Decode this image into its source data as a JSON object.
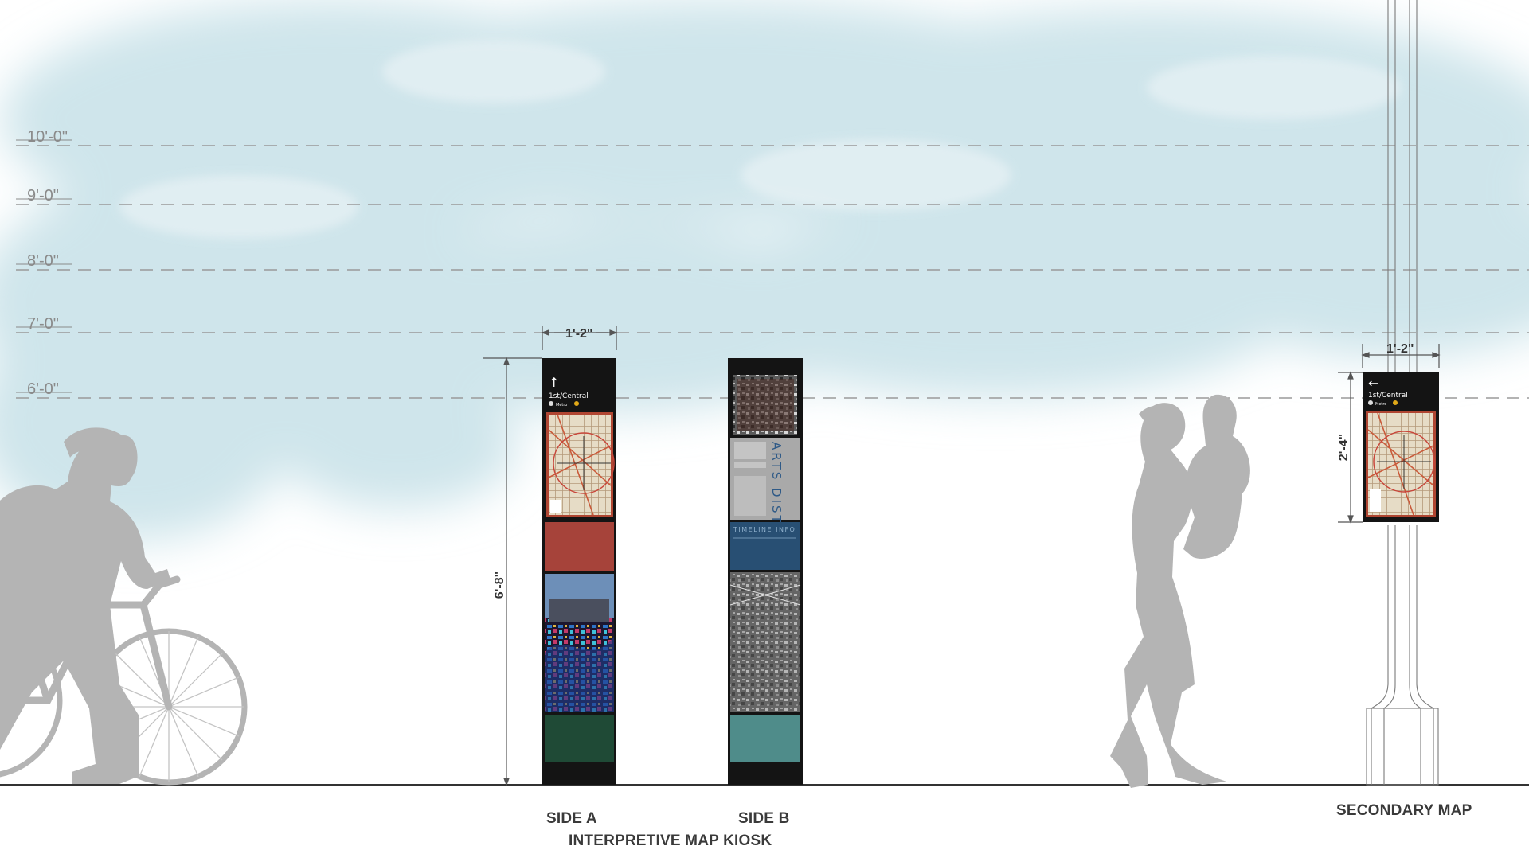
{
  "height_lines": [
    {
      "label": "10'-0\""
    },
    {
      "label": "9'-0\""
    },
    {
      "label": "8'-0\""
    },
    {
      "label": "7'-0\""
    },
    {
      "label": "6'-0\""
    }
  ],
  "dimensions": {
    "kiosk_width": "1'-2\"",
    "kiosk_height": "6'-8\"",
    "secondary_width": "1'-2\"",
    "secondary_height": "2'-4\""
  },
  "kiosk_side_a": {
    "direction_arrow": "↑",
    "location_text": "1st/Central",
    "sub_text": "Metro"
  },
  "kiosk_side_b": {
    "district_title": "ARTS DISTRICT",
    "timeline_text": "TIMELINE INFO"
  },
  "secondary_map": {
    "direction_arrow": "←",
    "location_text": "1st/Central",
    "sub_text": "Metro"
  },
  "captions": {
    "side_a": "SIDE A",
    "side_b": "SIDE B",
    "kiosk": "INTERPRETIVE MAP KIOSK",
    "secondary": "SECONDARY MAP"
  },
  "colors": {
    "kiosk_frame": "#141414",
    "side_a_red": "#a6433a",
    "side_a_green": "#1f4a36",
    "side_b_blue": "#284f73",
    "side_b_teal": "#4f8c8a",
    "side_b_gray": "#a9a9a9",
    "map_bg": "#e6dcc6",
    "silhouette": "#b4b4b4",
    "sky": "#cde4ea"
  }
}
